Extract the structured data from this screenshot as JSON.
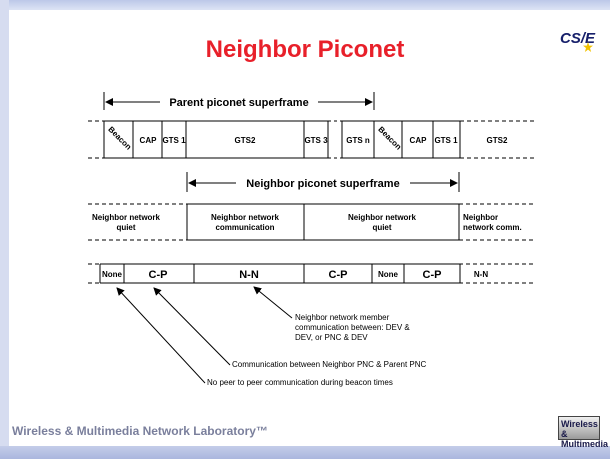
{
  "slide": {
    "title": "Neighbor Piconet",
    "footer": "Wireless & Multimedia Network Laboratory™",
    "logo_text": "CS/E",
    "footer_logo_text": "Wireless & Multimedia"
  },
  "diagram": {
    "parent_superframe_label": "Parent piconet superframe",
    "neighbor_superframe_label": "Neighbor piconet superframe",
    "row1": [
      "Beacon",
      "CAP",
      "GTS 1",
      "GTS2",
      "GTS 3",
      "GTS n",
      "Beacon",
      "CAP",
      "GTS 1",
      "GTS2"
    ],
    "row2": [
      "Neighbor network quiet",
      "Neighbor network communication",
      "Neighbor network quiet",
      "Neighbor network comm."
    ],
    "row3": [
      "None",
      "C-P",
      "N-N",
      "C-P",
      "None",
      "C-P",
      "N-N"
    ],
    "annotations": [
      "Neighbor network member communication between: DEV & DEV, or PNC & DEV",
      "Communication between Neighbor PNC & Parent PNC",
      "No peer to peer communication during beacon times"
    ]
  },
  "colors": {
    "title": "#e8202a",
    "bars": "#d6dcf0"
  }
}
